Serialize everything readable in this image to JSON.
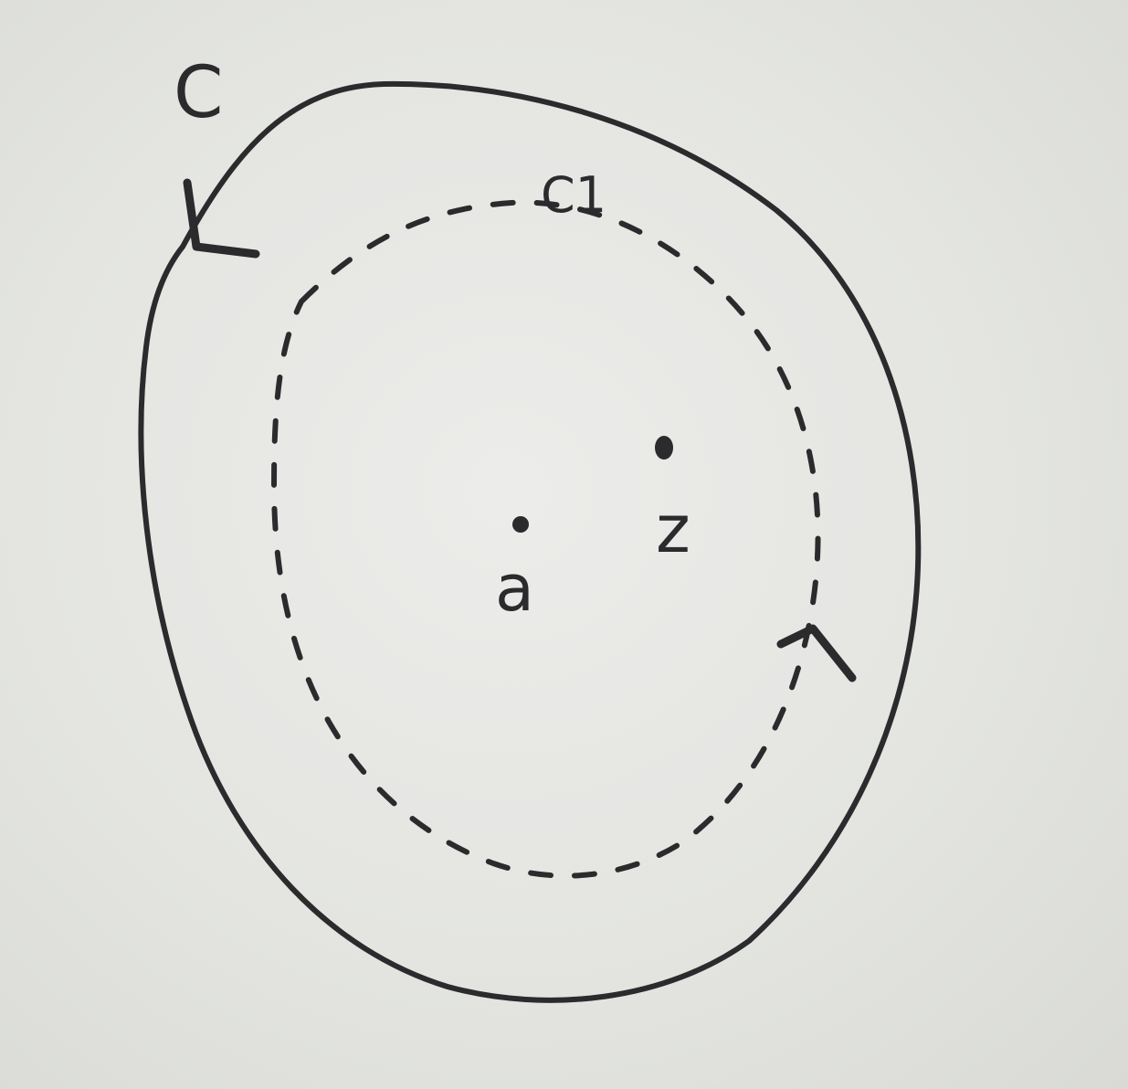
{
  "diagram": {
    "outer_contour_label": "C",
    "inner_contour_label": "C1",
    "center_point_label": "a",
    "interior_point_label": "z"
  },
  "style": {
    "ink_color": "#2b2a2d",
    "paper_color": "#e6e7e3"
  }
}
